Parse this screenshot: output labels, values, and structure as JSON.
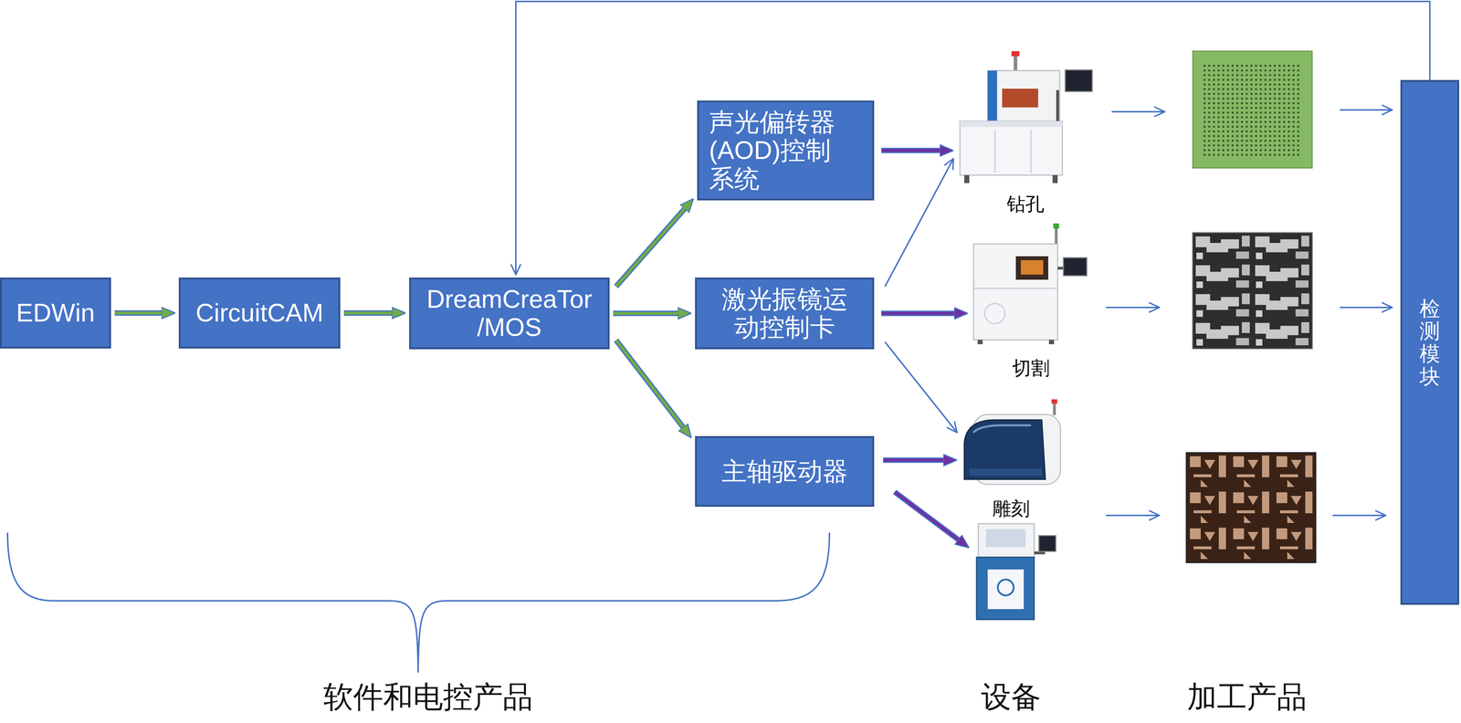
{
  "diagram": {
    "nodes": [
      {
        "text": [
          "EDWin"
        ]
      },
      {
        "text": [
          "CircuitCAM"
        ]
      },
      {
        "text": [
          "DreamCreaTor /MOS"
        ]
      },
      {
        "text": [
          "声光偏转器 (AOD)控制 系统"
        ]
      },
      {
        "text": [
          "激光振镜运 动控制卡"
        ]
      },
      {
        "text": [
          "主轴驱动器"
        ]
      },
      {
        "text": [
          "钻孔"
        ]
      },
      {
        "text": [
          "切割"
        ]
      },
      {
        "text": [
          "雕刻"
        ]
      },
      {
        "text": [
          "检测模块"
        ]
      }
    ],
    "edges": [
      {
        "from": 0,
        "to": 1,
        "arrow": "to"
      },
      {
        "from": 1,
        "to": 2,
        "arrow": "to"
      },
      {
        "from": 2,
        "to": 3,
        "arrow": "to"
      },
      {
        "from": 2,
        "to": 4,
        "arrow": "to"
      },
      {
        "from": 2,
        "to": 5,
        "arrow": "to"
      },
      {
        "from": 3,
        "to": 6,
        "arrow": "to"
      },
      {
        "from": 4,
        "to": 7,
        "arrow": "to"
      },
      {
        "from": 4,
        "to": 6,
        "arrow": "to"
      },
      {
        "from": 4,
        "to": 8,
        "arrow": "to"
      },
      {
        "from": 5,
        "to": 8,
        "arrow": "to"
      },
      {
        "from": 9,
        "to": 2,
        "arrow": "to"
      }
    ],
    "labels": [
      "软件和电控产品",
      "设备",
      "加工产品"
    ]
  }
}
